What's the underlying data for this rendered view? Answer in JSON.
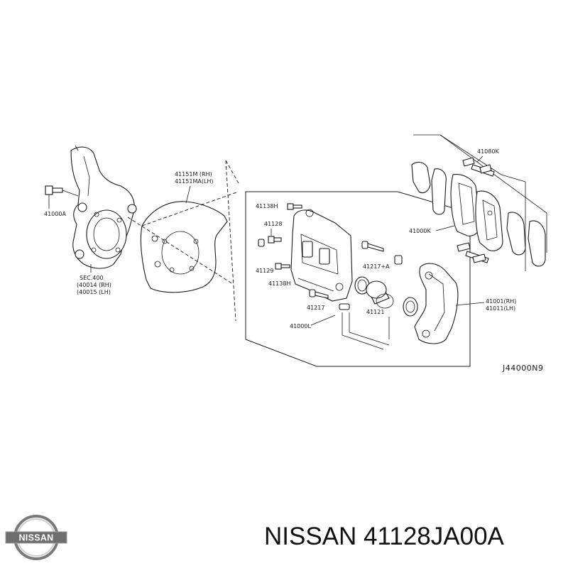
{
  "diagram": {
    "labels": {
      "p41151m_rh": "41151M (RH)",
      "p41151ma_lh": "41151MA(LH)",
      "p41000a": "41000A",
      "sec400": "SEC.400",
      "p40014_rh": "(40014 (RH)",
      "p40015_lh": "(40015 (LH)",
      "p41138h_top": "41138H",
      "p41128": "41128",
      "p41129": "41129",
      "p41138h_bot": "41138H",
      "p41217": "41217",
      "p41217a": "41217+A",
      "p41121": "41121",
      "p41000l": "41000L",
      "p41080k": "41080K",
      "p41000k": "41000K",
      "p41001_rh": "41001(RH)",
      "p41011_lh": "41011(LH)",
      "code": "J44000N9"
    }
  },
  "brand": {
    "logo_text": "NISSAN",
    "caption": "NISSAN 41128JA00A"
  }
}
